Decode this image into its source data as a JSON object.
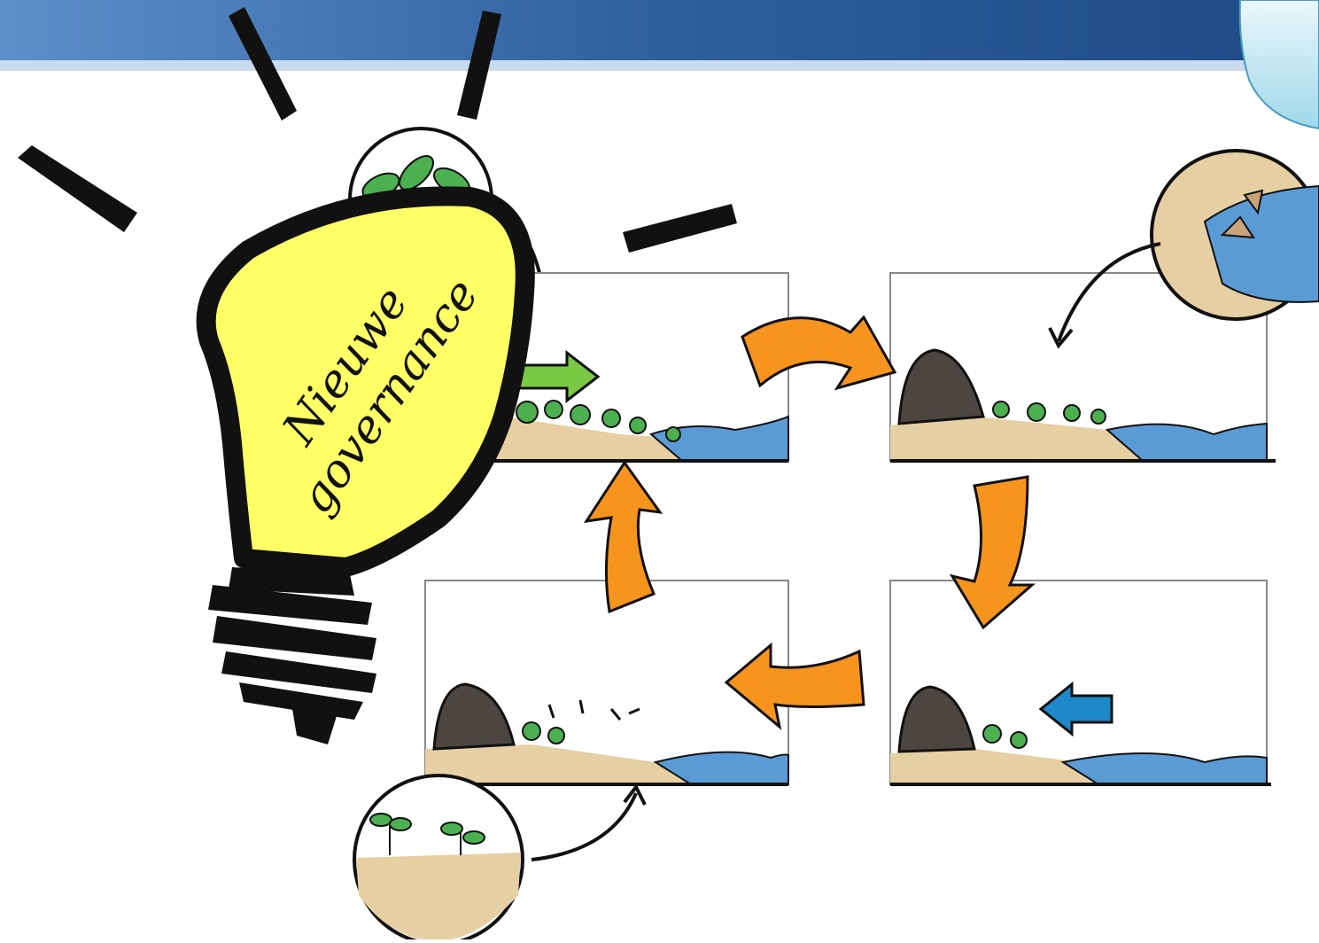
{
  "bulb": {
    "line1": "Nieuwe",
    "line2": "governance"
  },
  "colors": {
    "header_dark": "#1f4a86",
    "header_light": "#5d8fcb",
    "bulb_fill": "#ffff66",
    "arrow_orange": "#f7941d",
    "arrow_green": "#7ac943",
    "arrow_blue": "#1e88c8",
    "water": "#5b9bd5",
    "sand": "#e6cfa3",
    "rock": "#4d4540",
    "vegetation": "#4caf50"
  },
  "panels": [
    {
      "id": "top-left",
      "accent_arrow": "green-arrow-right",
      "scene": "vegetated-dune"
    },
    {
      "id": "top-right",
      "zoom": "erosion-detail",
      "scene": "eroding-dune"
    },
    {
      "id": "bottom-right",
      "accent_arrow": "blue-arrow-left",
      "scene": "wave-attack"
    },
    {
      "id": "bottom-left",
      "zoom": "seedlings-detail",
      "scene": "regrowth"
    }
  ],
  "cycle_arrows": [
    "orange-arrow-top",
    "orange-arrow-right",
    "orange-arrow-bottom",
    "orange-arrow-left"
  ]
}
